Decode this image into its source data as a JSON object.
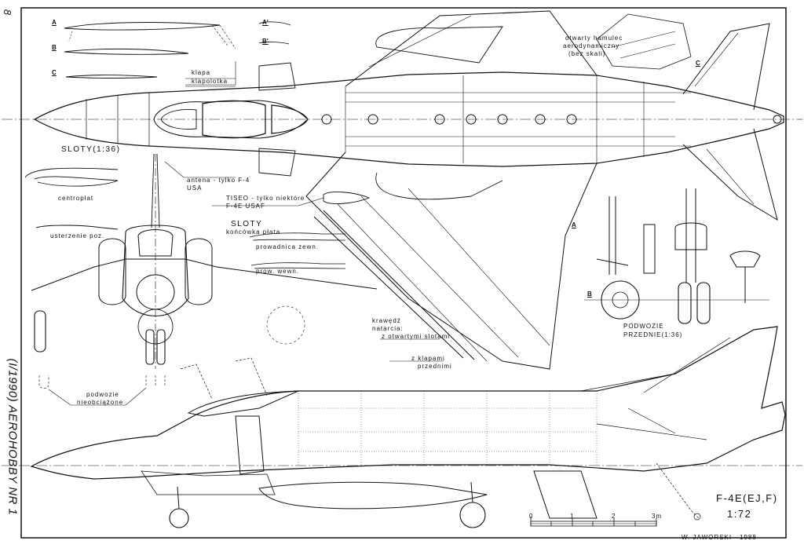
{
  "page": {
    "page_number": "8",
    "magazine_ref": "(I/1990) AEROHOBBY NR 1"
  },
  "title_block": {
    "model": "F-4E(EJ,F)",
    "scale": "1:72",
    "author": "W. JAWORSKI",
    "year": "1988"
  },
  "scale_bar": {
    "ticks": [
      "0",
      "1",
      "2",
      "3m"
    ]
  },
  "sections": {
    "A": "A",
    "B": "B",
    "C": "C",
    "A_prime": "A'",
    "B_prime": "B'"
  },
  "labels": {
    "klapa": "klapa",
    "klapolotka": "klapolotka",
    "airbrake_line1": "otwarty hamulec",
    "airbrake_line2": "aerodynamiczny",
    "airbrake_line3": "(bez skali)",
    "sloty_scale": "SLOTY(1:36)",
    "centroplat": "centropłat",
    "usterzenie": "usterzenie poz.",
    "antenna_line1": "antena - tylko F-4",
    "antenna_line2": "USA",
    "tiseo_line1": "TISEO - tylko niektóre",
    "tiseo_line2": "F-4E  USAF",
    "sloty": "SLOTY",
    "koncowka": "końcówka płata",
    "prowadnica": "prowadnica zewn.",
    "prow_wewn": "prow. wewn.",
    "krawedz_line1": "krawędź",
    "krawedz_line2": "natarcia:",
    "otwartymi": "z otwartymi slotami",
    "klapami_line1": "z klapami",
    "klapami_line2": "przednimi",
    "podwozie_line1": "podwozie",
    "podwozie_line2": "nieobciążone",
    "nose_gear_line1": "PODWOZIE",
    "nose_gear_line2": "PRZEDNIE(1:36)"
  }
}
